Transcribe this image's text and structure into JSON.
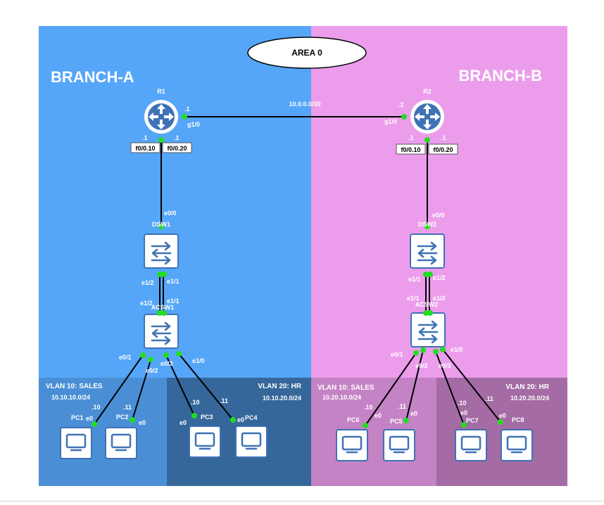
{
  "colors": {
    "branch_a": "#55a6f8",
    "branch_b": "#eb9deb",
    "vlan10_a": "#4a8fd6",
    "vlan20_a": "#35679a",
    "vlan10_b": "#c483c4",
    "vlan20_b": "#a46ba4",
    "port_dot": "#22dd22",
    "device_stroke": "#3f72b5"
  },
  "area_label": "AREA 0",
  "branch_a": {
    "title": "BRANCH-A",
    "router": {
      "name": "R1",
      "g_ip": ".1",
      "g_port": "g1/0",
      "sub1_ip": ".1",
      "sub2_ip": ".1",
      "sub1": "f0/0.10",
      "sub2": "f0/0.20"
    },
    "dsw": {
      "name": "DSW1",
      "uplink": "e0/0",
      "left_port": "e1/2",
      "right_port": "e1/1"
    },
    "acsw": {
      "name": "ACSW1",
      "left_port": "e1/2",
      "right_port": "e1/1",
      "p1": "e0/1",
      "p2": "e0/2",
      "p3": "e0/3",
      "p4": "e1/0"
    },
    "vlan10": {
      "name": "VLAN 10: SALES",
      "subnet": "10.10.10.0/24"
    },
    "vlan20": {
      "name": "VLAN 20: HR",
      "subnet": "10.10.20.0/24"
    },
    "pcs": [
      {
        "name": "PC1",
        "ip": ".10",
        "port": "e0"
      },
      {
        "name": "PC2",
        "ip": ".11",
        "port": "e0"
      },
      {
        "name": "PC3",
        "ip": ".10",
        "port": "e0"
      },
      {
        "name": "PC4",
        "ip": ".11",
        "port": "e0"
      }
    ]
  },
  "wan_subnet": "10.0.0.0/30",
  "branch_b": {
    "title": "BRANCH-B",
    "router": {
      "name": "R2",
      "g_ip": ".2",
      "g_port": "g1/0",
      "sub1_ip": ".1",
      "sub2_ip": ".1",
      "sub1": "f0/0.10",
      "sub2": "f0/0.20"
    },
    "dsw": {
      "name": "DSW2",
      "uplink": "e0/0",
      "left_port": "e1/1",
      "right_port": "e1/2"
    },
    "acsw": {
      "name": "ACSW2",
      "left_port": "e1/1",
      "right_port": "e1/2",
      "p1": "e0/1",
      "p2": "e0/2",
      "p3": "e0/3",
      "p4": "e1/0"
    },
    "vlan10": {
      "name": "VLAN 10: SALES",
      "subnet": "10.20.10.0/24"
    },
    "vlan20": {
      "name": "VLAN 20: HR",
      "subnet": "10.20.20.0/24"
    },
    "pcs": [
      {
        "name": "PC6",
        "ip": ".10",
        "port": "e0"
      },
      {
        "name": "PC5",
        "ip": ".11",
        "port": "e0"
      },
      {
        "name": "PC7",
        "ip": ".10",
        "port": "e0"
      },
      {
        "name": "PC8",
        "ip": ".11",
        "port": "e0"
      }
    ]
  }
}
